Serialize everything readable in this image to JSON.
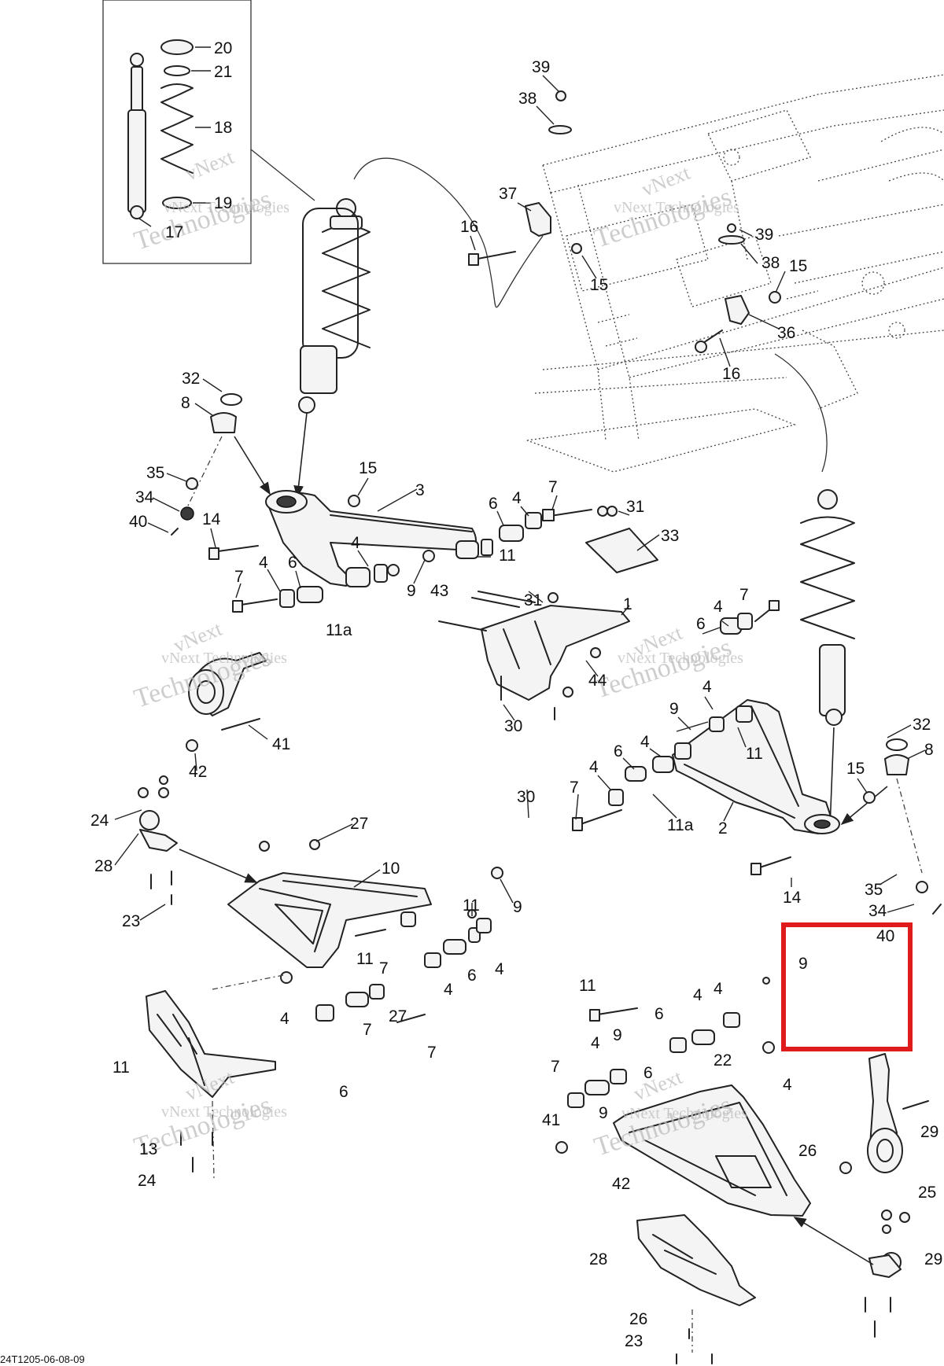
{
  "diagram_code": "24T1205-06-08-09",
  "watermark": {
    "top": "vNext",
    "middle": "vNext Technologies",
    "bottom": "Technologies"
  },
  "callouts": [
    {
      "id": "c1",
      "label": "20"
    },
    {
      "id": "c2",
      "label": "21"
    },
    {
      "id": "c3",
      "label": "18"
    },
    {
      "id": "c4",
      "label": "19"
    },
    {
      "id": "c5",
      "label": "17"
    },
    {
      "id": "c6",
      "label": "39"
    },
    {
      "id": "c7",
      "label": "38"
    },
    {
      "id": "c8",
      "label": "37"
    },
    {
      "id": "c9",
      "label": "16"
    },
    {
      "id": "c10",
      "label": "15"
    },
    {
      "id": "c11",
      "label": "39"
    },
    {
      "id": "c12",
      "label": "38"
    },
    {
      "id": "c13",
      "label": "15"
    },
    {
      "id": "c14",
      "label": "36"
    },
    {
      "id": "c15",
      "label": "16"
    },
    {
      "id": "c16",
      "label": "32"
    },
    {
      "id": "c17",
      "label": "8"
    },
    {
      "id": "c18",
      "label": "35"
    },
    {
      "id": "c19",
      "label": "34"
    },
    {
      "id": "c20",
      "label": "40"
    },
    {
      "id": "c21",
      "label": "14"
    },
    {
      "id": "c22",
      "label": "15"
    },
    {
      "id": "c23",
      "label": "3"
    },
    {
      "id": "c24",
      "label": "6"
    },
    {
      "id": "c25",
      "label": "4"
    },
    {
      "id": "c26",
      "label": "7"
    },
    {
      "id": "c27",
      "label": "31"
    },
    {
      "id": "c28",
      "label": "33"
    },
    {
      "id": "c29",
      "label": "4"
    },
    {
      "id": "c30",
      "label": "11"
    },
    {
      "id": "c31",
      "label": "9"
    },
    {
      "id": "c32",
      "label": "7"
    },
    {
      "id": "c33",
      "label": "4"
    },
    {
      "id": "c34",
      "label": "6"
    },
    {
      "id": "c35",
      "label": "11a"
    },
    {
      "id": "c36",
      "label": "43"
    },
    {
      "id": "c37",
      "label": "31"
    },
    {
      "id": "c38",
      "label": "1"
    },
    {
      "id": "c39",
      "label": "4"
    },
    {
      "id": "c40",
      "label": "7"
    },
    {
      "id": "c41",
      "label": "6"
    },
    {
      "id": "c42",
      "label": "44"
    },
    {
      "id": "c43",
      "label": "41"
    },
    {
      "id": "c44",
      "label": "42"
    },
    {
      "id": "c45",
      "label": "30"
    },
    {
      "id": "c46",
      "label": "4"
    },
    {
      "id": "c47",
      "label": "9"
    },
    {
      "id": "c48",
      "label": "4"
    },
    {
      "id": "c49",
      "label": "11"
    },
    {
      "id": "c50",
      "label": "32"
    },
    {
      "id": "c51",
      "label": "8"
    },
    {
      "id": "c52",
      "label": "6"
    },
    {
      "id": "c53",
      "label": "15"
    },
    {
      "id": "c54",
      "label": "4"
    },
    {
      "id": "c55",
      "label": "30"
    },
    {
      "id": "c56",
      "label": "7"
    },
    {
      "id": "c57",
      "label": "11a"
    },
    {
      "id": "c58",
      "label": "2"
    },
    {
      "id": "c59",
      "label": "24"
    },
    {
      "id": "c60",
      "label": "27"
    },
    {
      "id": "c61",
      "label": "28"
    },
    {
      "id": "c62",
      "label": "10"
    },
    {
      "id": "c63",
      "label": "9"
    },
    {
      "id": "c64",
      "label": "11"
    },
    {
      "id": "c65",
      "label": "23"
    },
    {
      "id": "c66",
      "label": "14"
    },
    {
      "id": "c67",
      "label": "35"
    },
    {
      "id": "c68",
      "label": "34"
    },
    {
      "id": "c69",
      "label": "40"
    },
    {
      "id": "c70",
      "label": "11"
    },
    {
      "id": "c71",
      "label": "7"
    },
    {
      "id": "c72",
      "label": "6"
    },
    {
      "id": "c73",
      "label": "4"
    },
    {
      "id": "c74",
      "label": "4"
    },
    {
      "id": "c75",
      "label": "27"
    },
    {
      "id": "c76",
      "label": "9"
    },
    {
      "id": "c77",
      "label": "4"
    },
    {
      "id": "c78",
      "label": "6"
    },
    {
      "id": "c79",
      "label": "7"
    },
    {
      "id": "c80",
      "label": "7"
    },
    {
      "id": "c81",
      "label": "11"
    },
    {
      "id": "c82",
      "label": "4"
    },
    {
      "id": "c83",
      "label": "4"
    },
    {
      "id": "c84",
      "label": "6"
    },
    {
      "id": "c85",
      "label": "22"
    },
    {
      "id": "c86",
      "label": "11"
    },
    {
      "id": "c87",
      "label": "4"
    },
    {
      "id": "c88",
      "label": "9"
    },
    {
      "id": "c89",
      "label": "4"
    },
    {
      "id": "c90",
      "label": "7"
    },
    {
      "id": "c91",
      "label": "6"
    },
    {
      "id": "c92",
      "label": "9"
    },
    {
      "id": "c93",
      "label": "41"
    },
    {
      "id": "c94",
      "label": "29"
    },
    {
      "id": "c95",
      "label": "13"
    },
    {
      "id": "c96",
      "label": "42"
    },
    {
      "id": "c97",
      "label": "26"
    },
    {
      "id": "c98",
      "label": "24"
    },
    {
      "id": "c99",
      "label": "25"
    },
    {
      "id": "c100",
      "label": "28"
    },
    {
      "id": "c101",
      "label": "29"
    },
    {
      "id": "c102",
      "label": "26"
    },
    {
      "id": "c103",
      "label": "23"
    }
  ],
  "highlight": {
    "color": "#e01b1b"
  }
}
